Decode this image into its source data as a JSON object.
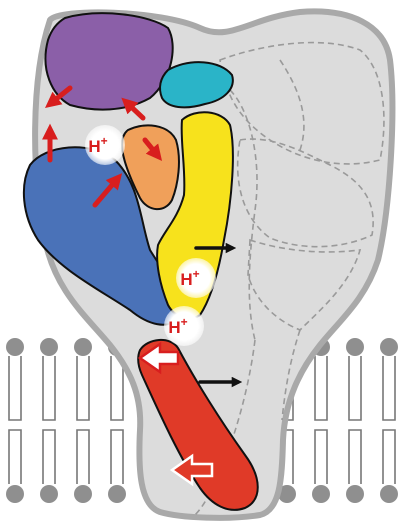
{
  "diagram": {
    "ion_labels": [
      {
        "id": "h1",
        "text": "H+"
      },
      {
        "id": "h2",
        "text": "H+"
      },
      {
        "id": "h3",
        "text": "H+"
      }
    ],
    "colors": {
      "membrane_outline": "#a9a9a9",
      "lipid_head": "#8f8f8f",
      "complex_fill": "#dcdcdc",
      "purple": "#8b5fa8",
      "cyan": "#2ab4c8",
      "orange": "#f0a05a",
      "yellow": "#f7e21c",
      "blue": "#4a72b8",
      "red": "#e03a28",
      "arrow_red": "#d81e1e",
      "arrow_black": "#111111",
      "ion_circle": "#ffffff",
      "ion_text": "#d81e1e"
    }
  }
}
